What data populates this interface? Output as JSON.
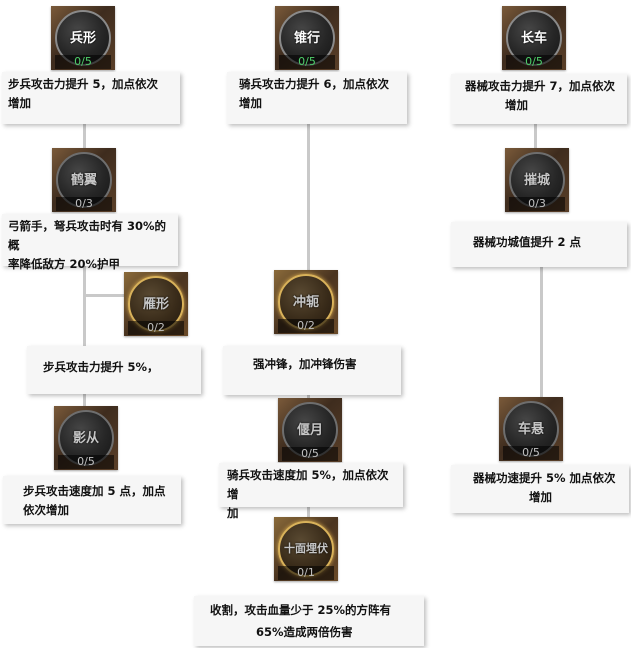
{
  "skills": {
    "bingxing": {
      "name": "兵形",
      "level": "0/5",
      "desc": [
        "步兵攻击力提升 5，加点依次",
        "增加"
      ]
    },
    "zhuixing": {
      "name": "锥行",
      "level": "0/5",
      "desc": [
        "骑兵攻击力提升 6，加点依次",
        "增加"
      ]
    },
    "changche": {
      "name": "长车",
      "level": "0/5",
      "desc": [
        "器械攻击力提升 7，加点依次",
        "增加"
      ]
    },
    "heyi": {
      "name": "鹤翼",
      "level": "0/3",
      "desc": [
        "弓箭手，弩兵攻击时有 30%的概",
        "率降低敌方 20%护甲"
      ]
    },
    "cuicheng": {
      "name": "摧城",
      "level": "0/3",
      "desc": [
        "器械功城值提升 2 点"
      ]
    },
    "yanxing": {
      "name": "雁形",
      "level": "0/2",
      "desc": [
        "步兵攻击力提升 5%，"
      ]
    },
    "chongge": {
      "name": "冲轭",
      "level": "0/2",
      "desc": [
        "强冲锋，加冲锋伤害"
      ]
    },
    "yingcong": {
      "name": "影从",
      "level": "0/5",
      "desc": [
        "步兵攻击速度加 5 点，加点",
        "依次增加"
      ]
    },
    "yanyue": {
      "name": "偃月",
      "level": "0/5",
      "desc": [
        "骑兵攻击速度加 5%，加点依次增",
        "加"
      ]
    },
    "chexuan": {
      "name": "车悬",
      "level": "0/5",
      "desc": [
        "器械功速提升 5% 加点依次",
        "增加"
      ]
    },
    "shimian": {
      "name": "十面埋伏",
      "level": "0/1",
      "desc": [
        "收割，攻击血量少于 25%的方阵有",
        "65%造成两倍伤害"
      ]
    }
  }
}
